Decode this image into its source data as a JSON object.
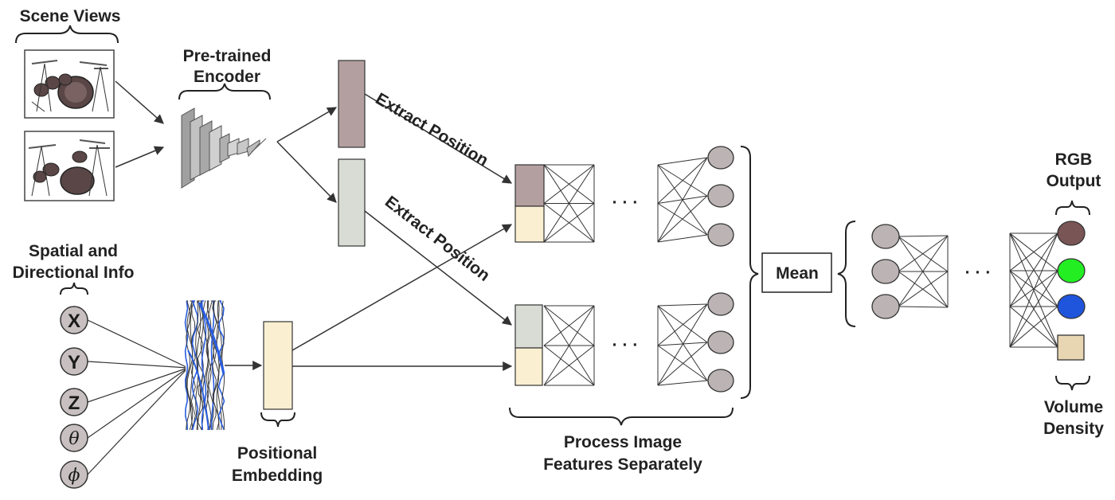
{
  "labels": {
    "scene_views": "Scene Views",
    "encoder_line1": "Pre-trained",
    "encoder_line2": "Encoder",
    "extract_top": "Extract Position",
    "extract_bottom": "Extract Position",
    "spatial_line1": "Spatial and",
    "spatial_line2": "Directional Info",
    "positional_line1": "Positional",
    "positional_line2": "Embedding",
    "process_line1": "Process Image",
    "process_line2": "Features Separately",
    "mean": "Mean",
    "rgb_line1": "RGB",
    "rgb_line2": "Output",
    "volume_line1": "Volume",
    "volume_line2": "Density",
    "dots": "· · ·"
  },
  "inputs": {
    "x": "X",
    "y": "Y",
    "z": "Z",
    "theta": "θ",
    "phi": "ϕ"
  },
  "colors": {
    "image_feature_top": "#b49fa0",
    "image_feature_bottom": "#d8dcd4",
    "positional_feature": "#fbefd2",
    "neuron": "#bcb4b4",
    "output_red": "#7a5555",
    "output_green": "#22ee22",
    "output_blue": "#1f55dd",
    "output_density": "#e8d6b2",
    "embedding_blue": "#2a5ee0"
  }
}
